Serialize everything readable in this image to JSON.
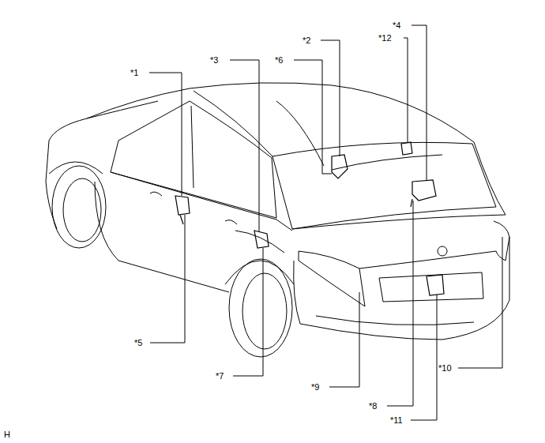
{
  "diagram": {
    "labels": [
      "*4",
      "*12",
      "*2",
      "*3",
      "*6",
      "*1",
      "*5",
      "*10",
      "*7",
      "*9",
      "*8",
      "*11",
      "H"
    ]
  }
}
